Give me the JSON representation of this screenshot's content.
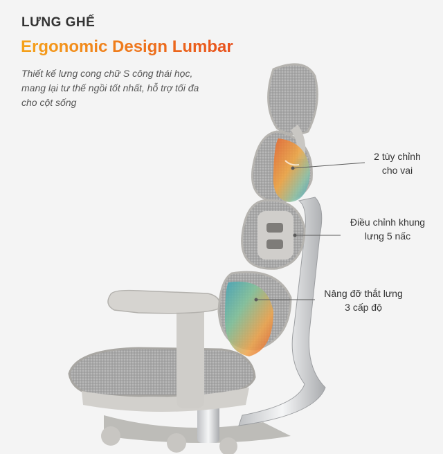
{
  "header": {
    "kicker": "LƯNG GHẾ",
    "headline": "Ergonomic Design Lumbar"
  },
  "description": {
    "lines": [
      "Thiết kế lưng cong chữ S công thái học,",
      "mang lại tư thế ngồi tốt nhất, hỗ trợ tối đa",
      "cho cột sống"
    ]
  },
  "callouts": [
    {
      "line1": "2 tùy chỉnh",
      "line2": "cho vai"
    },
    {
      "line1": "Điều chỉnh khung",
      "line2": "lưng 5 nấc"
    },
    {
      "line1": "Nâng đỡ thắt lưng",
      "line2": "3 cấp độ"
    }
  ],
  "colors": {
    "headline_start": "#f5a21a",
    "headline_end": "#e8501d",
    "frame": "#c9c7c3",
    "mesh": "#9a9a9a",
    "metal": "#d9dadc"
  }
}
